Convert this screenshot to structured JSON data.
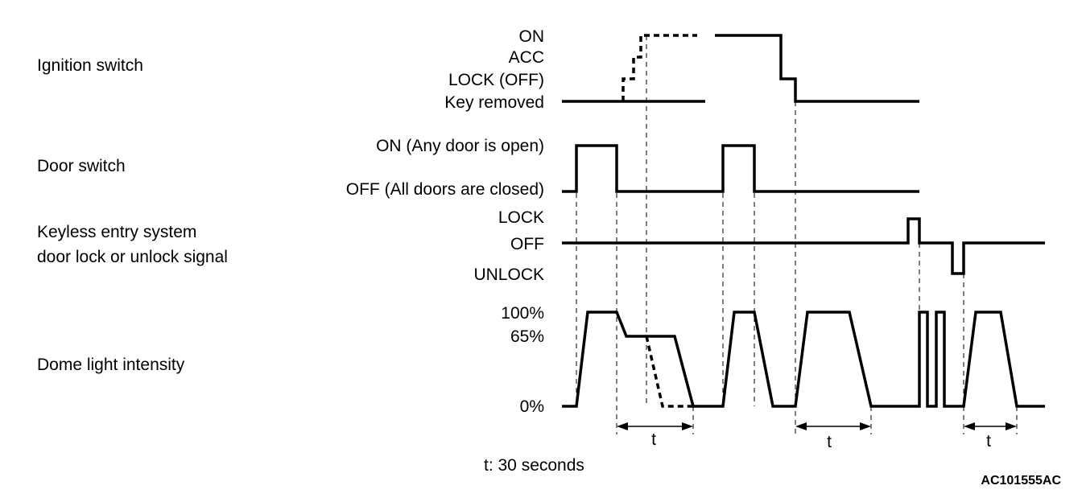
{
  "signals": {
    "ignition": {
      "name": "Ignition switch",
      "levels": [
        "ON",
        "ACC",
        "LOCK (OFF)",
        "Key removed"
      ]
    },
    "door": {
      "name": "Door switch",
      "levels": [
        "ON (Any door is open)",
        "OFF (All doors are closed)"
      ]
    },
    "keyless": {
      "name_line1": "Keyless entry system",
      "name_line2": "door lock or unlock signal",
      "levels": [
        "LOCK",
        "OFF",
        "UNLOCK"
      ]
    },
    "dome": {
      "name": "Dome light intensity",
      "levels": [
        "100%",
        "65%",
        "0%"
      ]
    }
  },
  "timing": {
    "t_label": "t",
    "legend": "t: 30 seconds"
  },
  "figure_code": "AC101555AC"
}
